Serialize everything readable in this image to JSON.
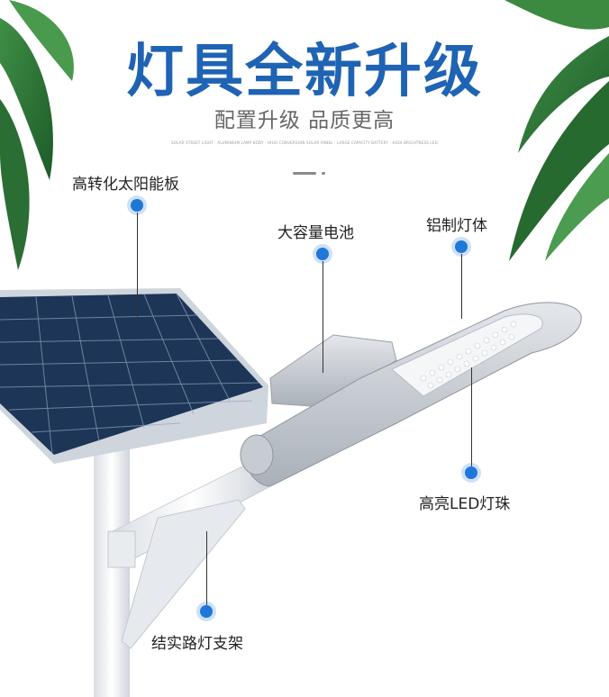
{
  "header": {
    "title": "灯具全新升级",
    "subtitle": "配置升级 品质更高",
    "fine_print": "SOLAR STREET LIGHT · ALUMINIUM LAMP BODY · HIGH CONVERSION SOLAR PANEL · LARGE CAPACITY BATTERY · HIGH BRIGHTNESS LED"
  },
  "callouts": {
    "solar_panel": "高转化太阳能板",
    "battery": "大容量电池",
    "lamp_body": "铝制灯体",
    "led_beads": "高亮LED灯珠",
    "bracket": "结实路灯支架"
  },
  "colors": {
    "title_blue": "#1f63b4",
    "dot_blue": "#1f78d9",
    "panel_cell": "#1d3557",
    "leaf_green": "#2f7a3a"
  }
}
